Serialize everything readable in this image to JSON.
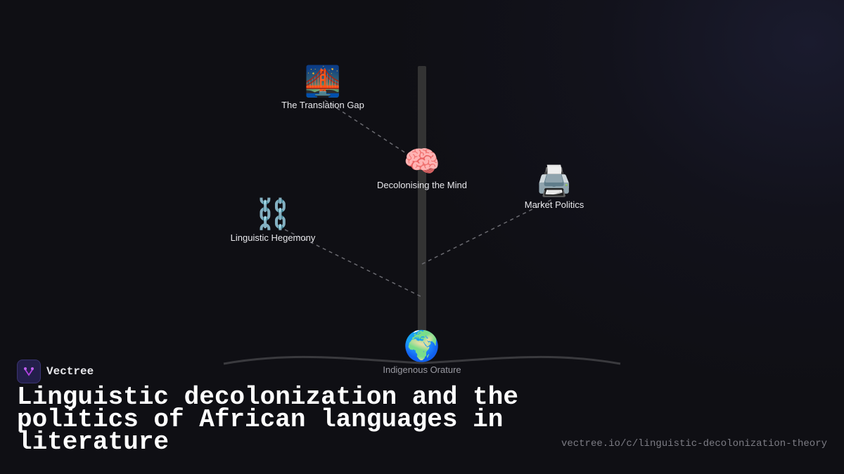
{
  "diagram": {
    "root": {
      "label": "Indigenous Orature",
      "icon": "globe-africa-icon",
      "emoji": "🌍"
    },
    "nodes": [
      {
        "label": "The Translation Gap",
        "icon": "bridge-at-night-icon",
        "emoji": "🌉"
      },
      {
        "label": "Decolonising the Mind",
        "icon": "brain-icon",
        "emoji": "🧠"
      },
      {
        "label": "Market Politics",
        "icon": "printer-icon",
        "emoji": "🖨️"
      },
      {
        "label": "Linguistic Hegemony",
        "icon": "chains-icon",
        "emoji": "⛓️"
      }
    ]
  },
  "brand": {
    "name": "Vectree"
  },
  "title": "Linguistic decolonization and the politics of African languages in literature",
  "url": "vectree.io/c/linguistic-decolonization-theory",
  "colors": {
    "background": "#0f0f14",
    "trunk": "#333333",
    "logo_accent": "#b040e0"
  }
}
